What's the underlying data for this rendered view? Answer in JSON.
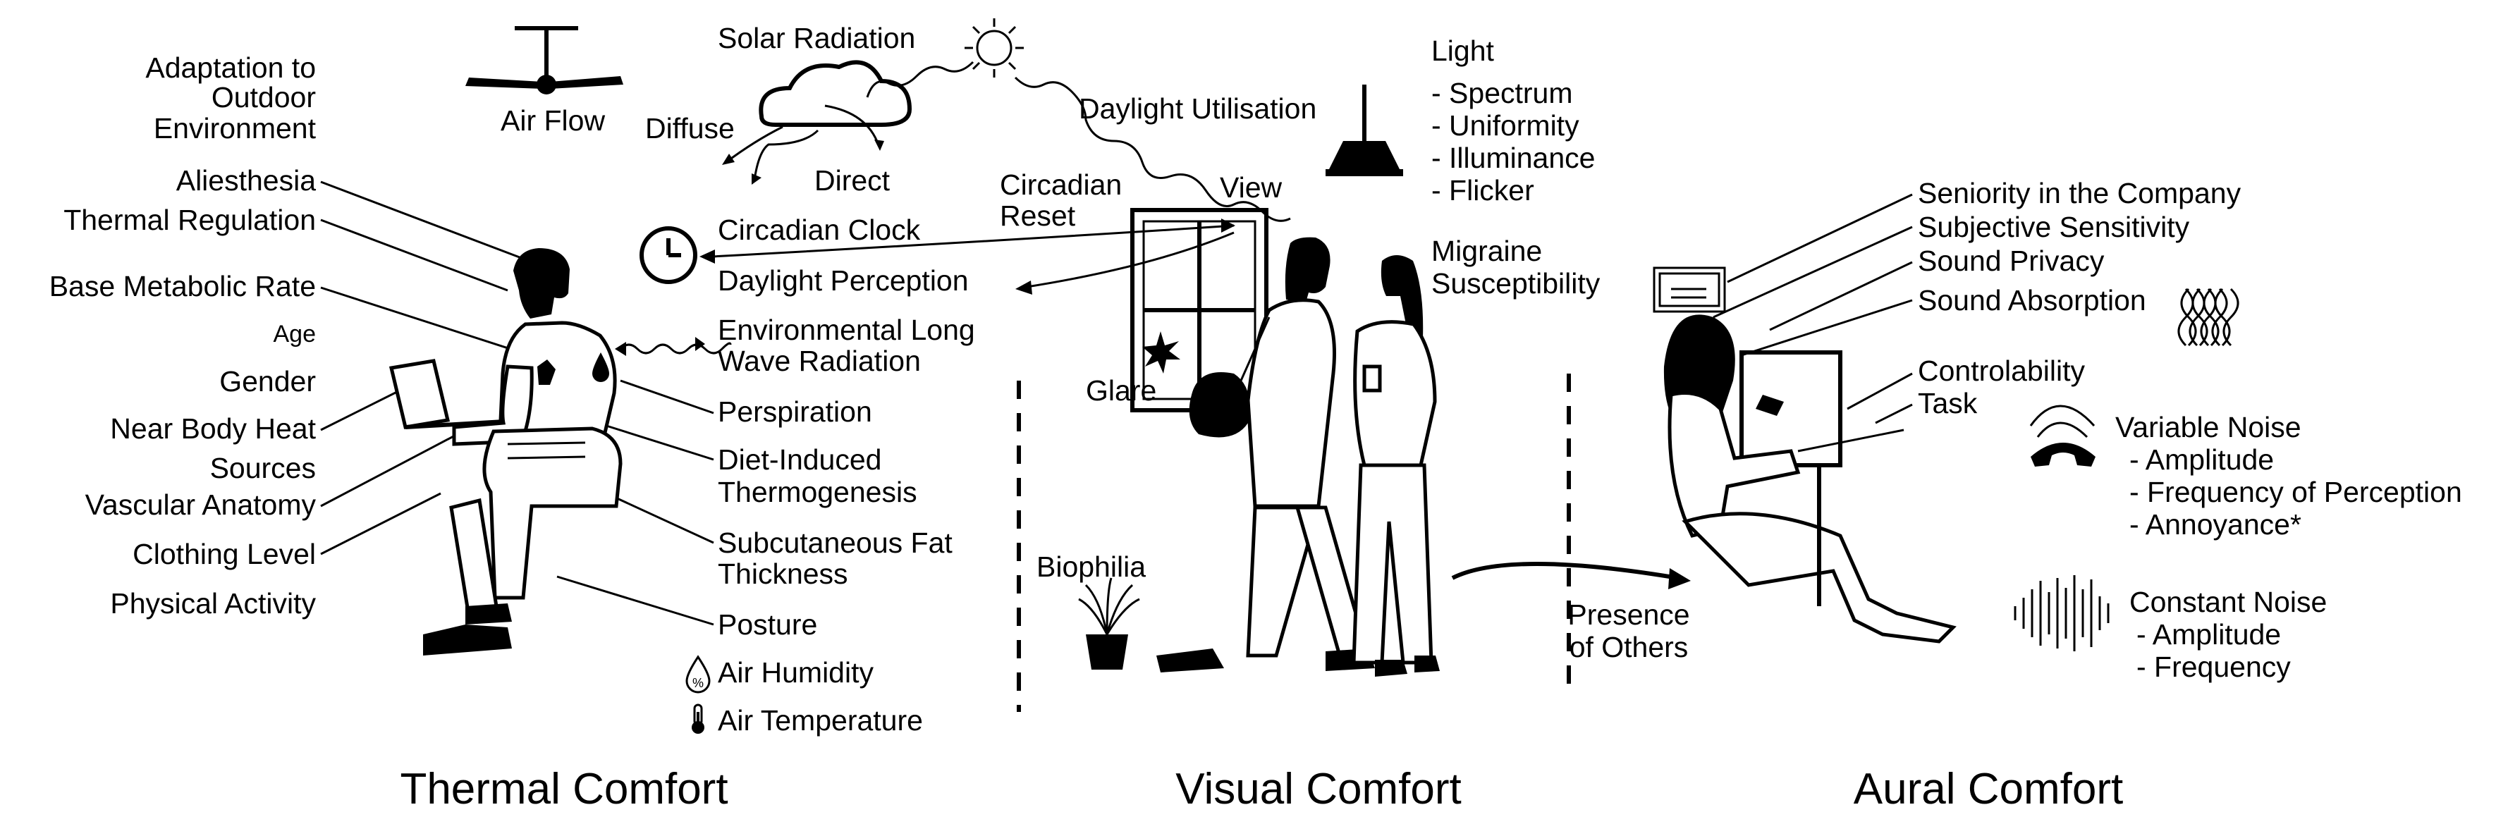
{
  "sections": {
    "thermal": "Thermal Comfort",
    "visual": "Visual Comfort",
    "aural": "Aural Comfort"
  },
  "thermal": {
    "left_labels": [
      "Adaptation to",
      "Outdoor",
      "Environment",
      "Aliesthesia",
      "Thermal Regulation",
      "Base Metabolic Rate",
      "Age",
      "Gender",
      "Near Body Heat",
      "Sources",
      "Vascular Anatomy",
      "Clothing Level",
      "Physical Activity"
    ],
    "right_labels": [
      "Environmental Long",
      "Wave Radiation",
      "Perspiration",
      "Diet-Induced",
      "Thermogenesis",
      "Subcutaneous Fat",
      "Thickness",
      "Posture",
      "Air Humidity",
      "Air Temperature"
    ],
    "air_flow": "Air Flow",
    "humidity_symbol": "%"
  },
  "solar": {
    "solar_radiation": "Solar Radiation",
    "diffuse": "Diffuse",
    "direct": "Direct",
    "daylight_utilisation": "Daylight Utilisation",
    "circadian_reset": [
      "Circadian",
      "Reset"
    ],
    "view": "View",
    "circadian_clock": "Circadian Clock",
    "daylight_perception": "Daylight Perception"
  },
  "visual": {
    "light_title": "Light",
    "light_items": [
      "- Spectrum",
      "- Uniformity",
      "- Illuminance",
      "- Flicker"
    ],
    "migraine": [
      "Migraine",
      "Susceptibility"
    ],
    "glare": "Glare",
    "biophilia": "Biophilia",
    "presence": [
      "Presence",
      "of Others"
    ]
  },
  "aural": {
    "top_labels": [
      "Seniority in the Company",
      "Subjective Sensitivity",
      "Sound Privacy",
      "Sound Absorption"
    ],
    "controlability": "Controlability",
    "task": "Task",
    "variable_noise_title": "Variable Noise",
    "variable_noise_items": [
      "- Amplitude",
      "- Frequency of Perception",
      "- Annoyance*"
    ],
    "constant_noise_title": "Constant Noise",
    "constant_noise_items": [
      "- Amplitude",
      "- Frequency"
    ]
  }
}
